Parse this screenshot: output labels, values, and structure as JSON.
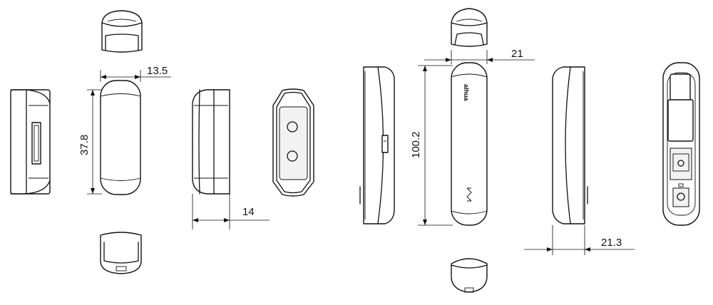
{
  "dimensions": {
    "small_width": "13.5",
    "small_height": "37.8",
    "small_depth": "14",
    "large_width": "21",
    "large_height": "100.2",
    "large_depth": "21.3"
  },
  "brand": {
    "logo_text": "alhua"
  }
}
